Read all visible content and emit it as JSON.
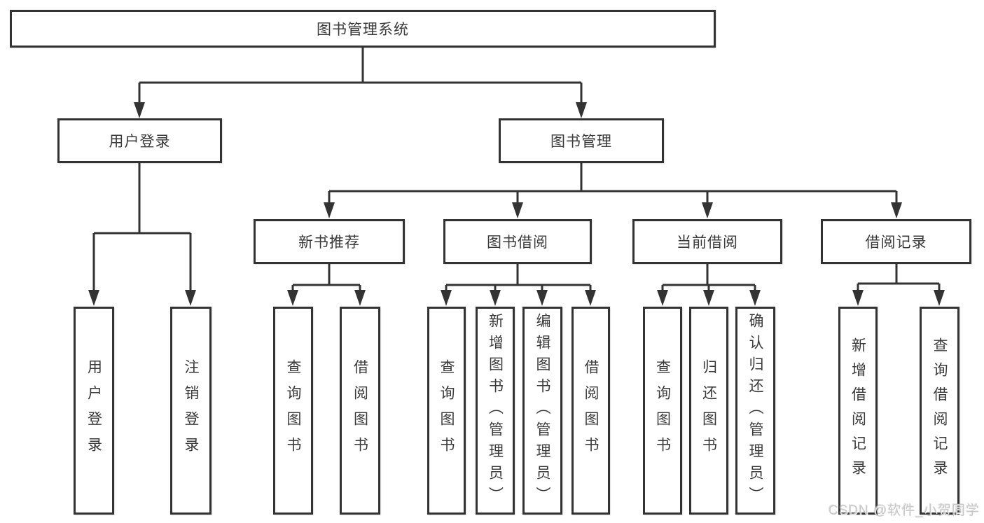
{
  "diagram": {
    "title_box": {
      "label": "图书管理系统"
    },
    "level2": [
      {
        "label": "用户登录"
      },
      {
        "label": "图书管理"
      }
    ],
    "level3": [
      {
        "label": "新书推荐",
        "parent": "图书管理"
      },
      {
        "label": "图书借阅",
        "parent": "图书管理"
      },
      {
        "label": "当前借阅",
        "parent": "图书管理"
      },
      {
        "label": "借阅记录",
        "parent": "图书管理"
      }
    ],
    "leaves": [
      {
        "label": "用户登录",
        "parent": "用户登录"
      },
      {
        "label": "注销登录",
        "parent": "用户登录"
      },
      {
        "label": "查询图书",
        "parent": "新书推荐"
      },
      {
        "label": "借阅图书",
        "parent": "新书推荐"
      },
      {
        "label": "查询图书",
        "parent": "图书借阅"
      },
      {
        "label": "新增图书（管理员）",
        "parent": "图书借阅"
      },
      {
        "label": "编辑图书（管理员）",
        "parent": "图书借阅"
      },
      {
        "label": "借阅图书",
        "parent": "图书借阅"
      },
      {
        "label": "查询图书",
        "parent": "当前借阅"
      },
      {
        "label": "归还图书",
        "parent": "当前借阅"
      },
      {
        "label": "确认归还（管理员）",
        "parent": "当前借阅"
      },
      {
        "label": "新增借阅记录",
        "parent": "借阅记录"
      },
      {
        "label": "查询借阅记录",
        "parent": "借阅记录"
      }
    ]
  },
  "watermark": {
    "text": "CSDN @软件_小贺同学"
  },
  "colors": {
    "line": "#333333",
    "box_fill": "#ffffff",
    "text": "#3a3a3a",
    "background": "#ffffff",
    "watermark": "#c9c9c9"
  }
}
